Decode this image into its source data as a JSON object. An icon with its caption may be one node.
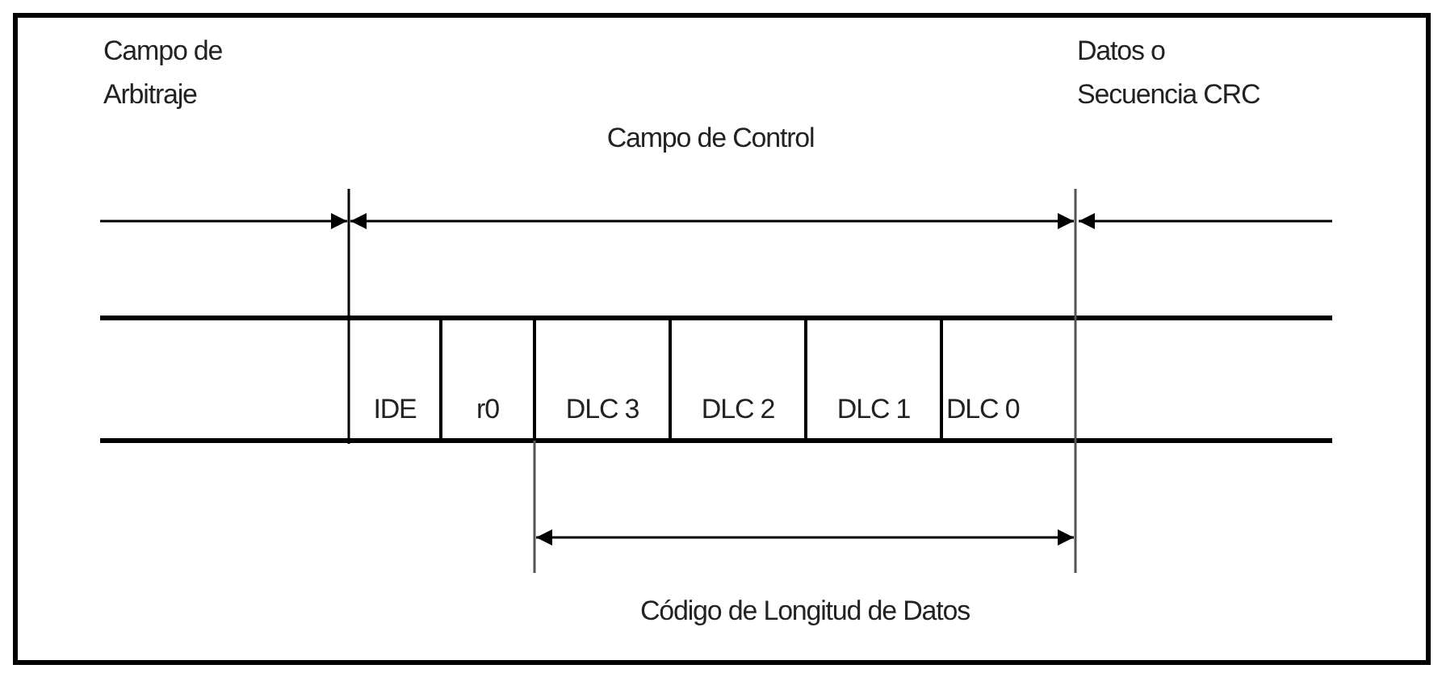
{
  "diagram": {
    "labels": [
      "Campo de Arbitraje",
      "Campo de Control",
      "Datos o Secuencia CRC",
      "IDE",
      "r0",
      "DLC 3",
      "DLC 2",
      "DLC 1",
      "DLC 0",
      "Código de Longitud de Datos"
    ]
  }
}
